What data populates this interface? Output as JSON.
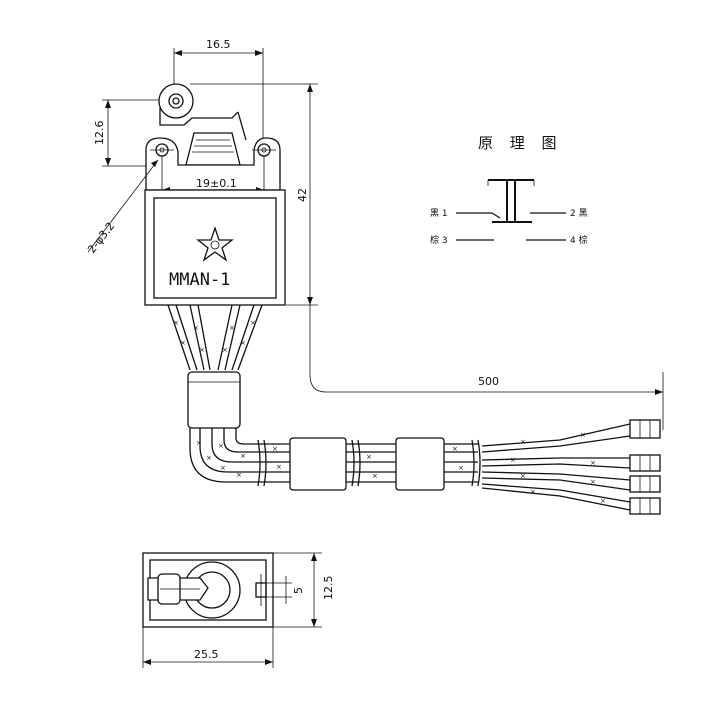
{
  "model_label": "MMAN-1",
  "dimensions": {
    "width_top": "16.5",
    "height_left": "12.6",
    "hole_spacing": "19±0.1",
    "hole_dia": "2-φ3.2",
    "height_total": "42",
    "cable_length": "500",
    "bottom_width": "25.5",
    "bottom_height": "12.5",
    "bottom_small": "5"
  },
  "schematic": {
    "title": "原 理 图",
    "terminals": [
      "黑 1",
      "2 黑",
      "棕 3",
      "4 棕"
    ]
  }
}
